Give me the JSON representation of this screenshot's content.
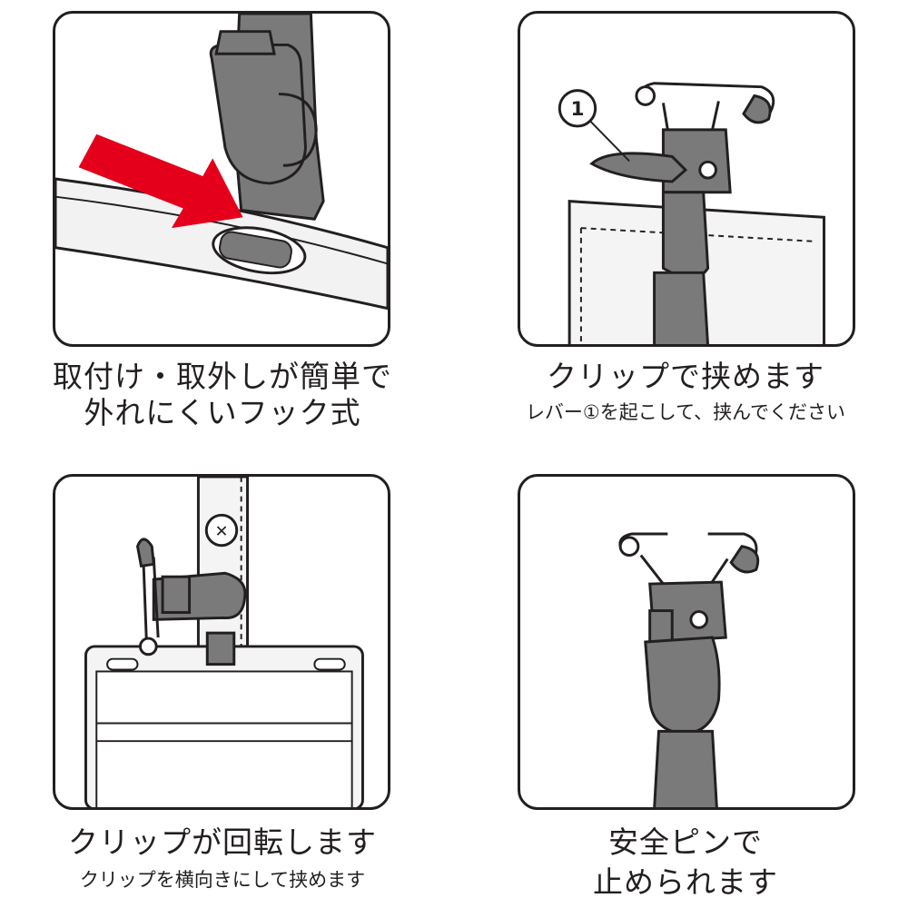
{
  "panels": [
    {
      "id": "hook",
      "caption_lines": [
        "取付け・取外しが簡単で",
        "外れにくいフック式"
      ]
    },
    {
      "id": "clip",
      "marker": "1",
      "caption_lines": [
        "クリップで挟めます"
      ],
      "subcaption": "レバー①を起こして、挟んでください"
    },
    {
      "id": "rotate",
      "caption_lines": [
        "クリップが回転します"
      ],
      "subcaption": "クリップを横向きにして挟めます"
    },
    {
      "id": "pin",
      "caption_lines": [
        "安全ピンで",
        "止められます"
      ]
    }
  ],
  "colors": {
    "arrow": "#e4001b",
    "part": "#7a7a7a",
    "outline": "#231f20",
    "card": "#f2f2f2"
  }
}
